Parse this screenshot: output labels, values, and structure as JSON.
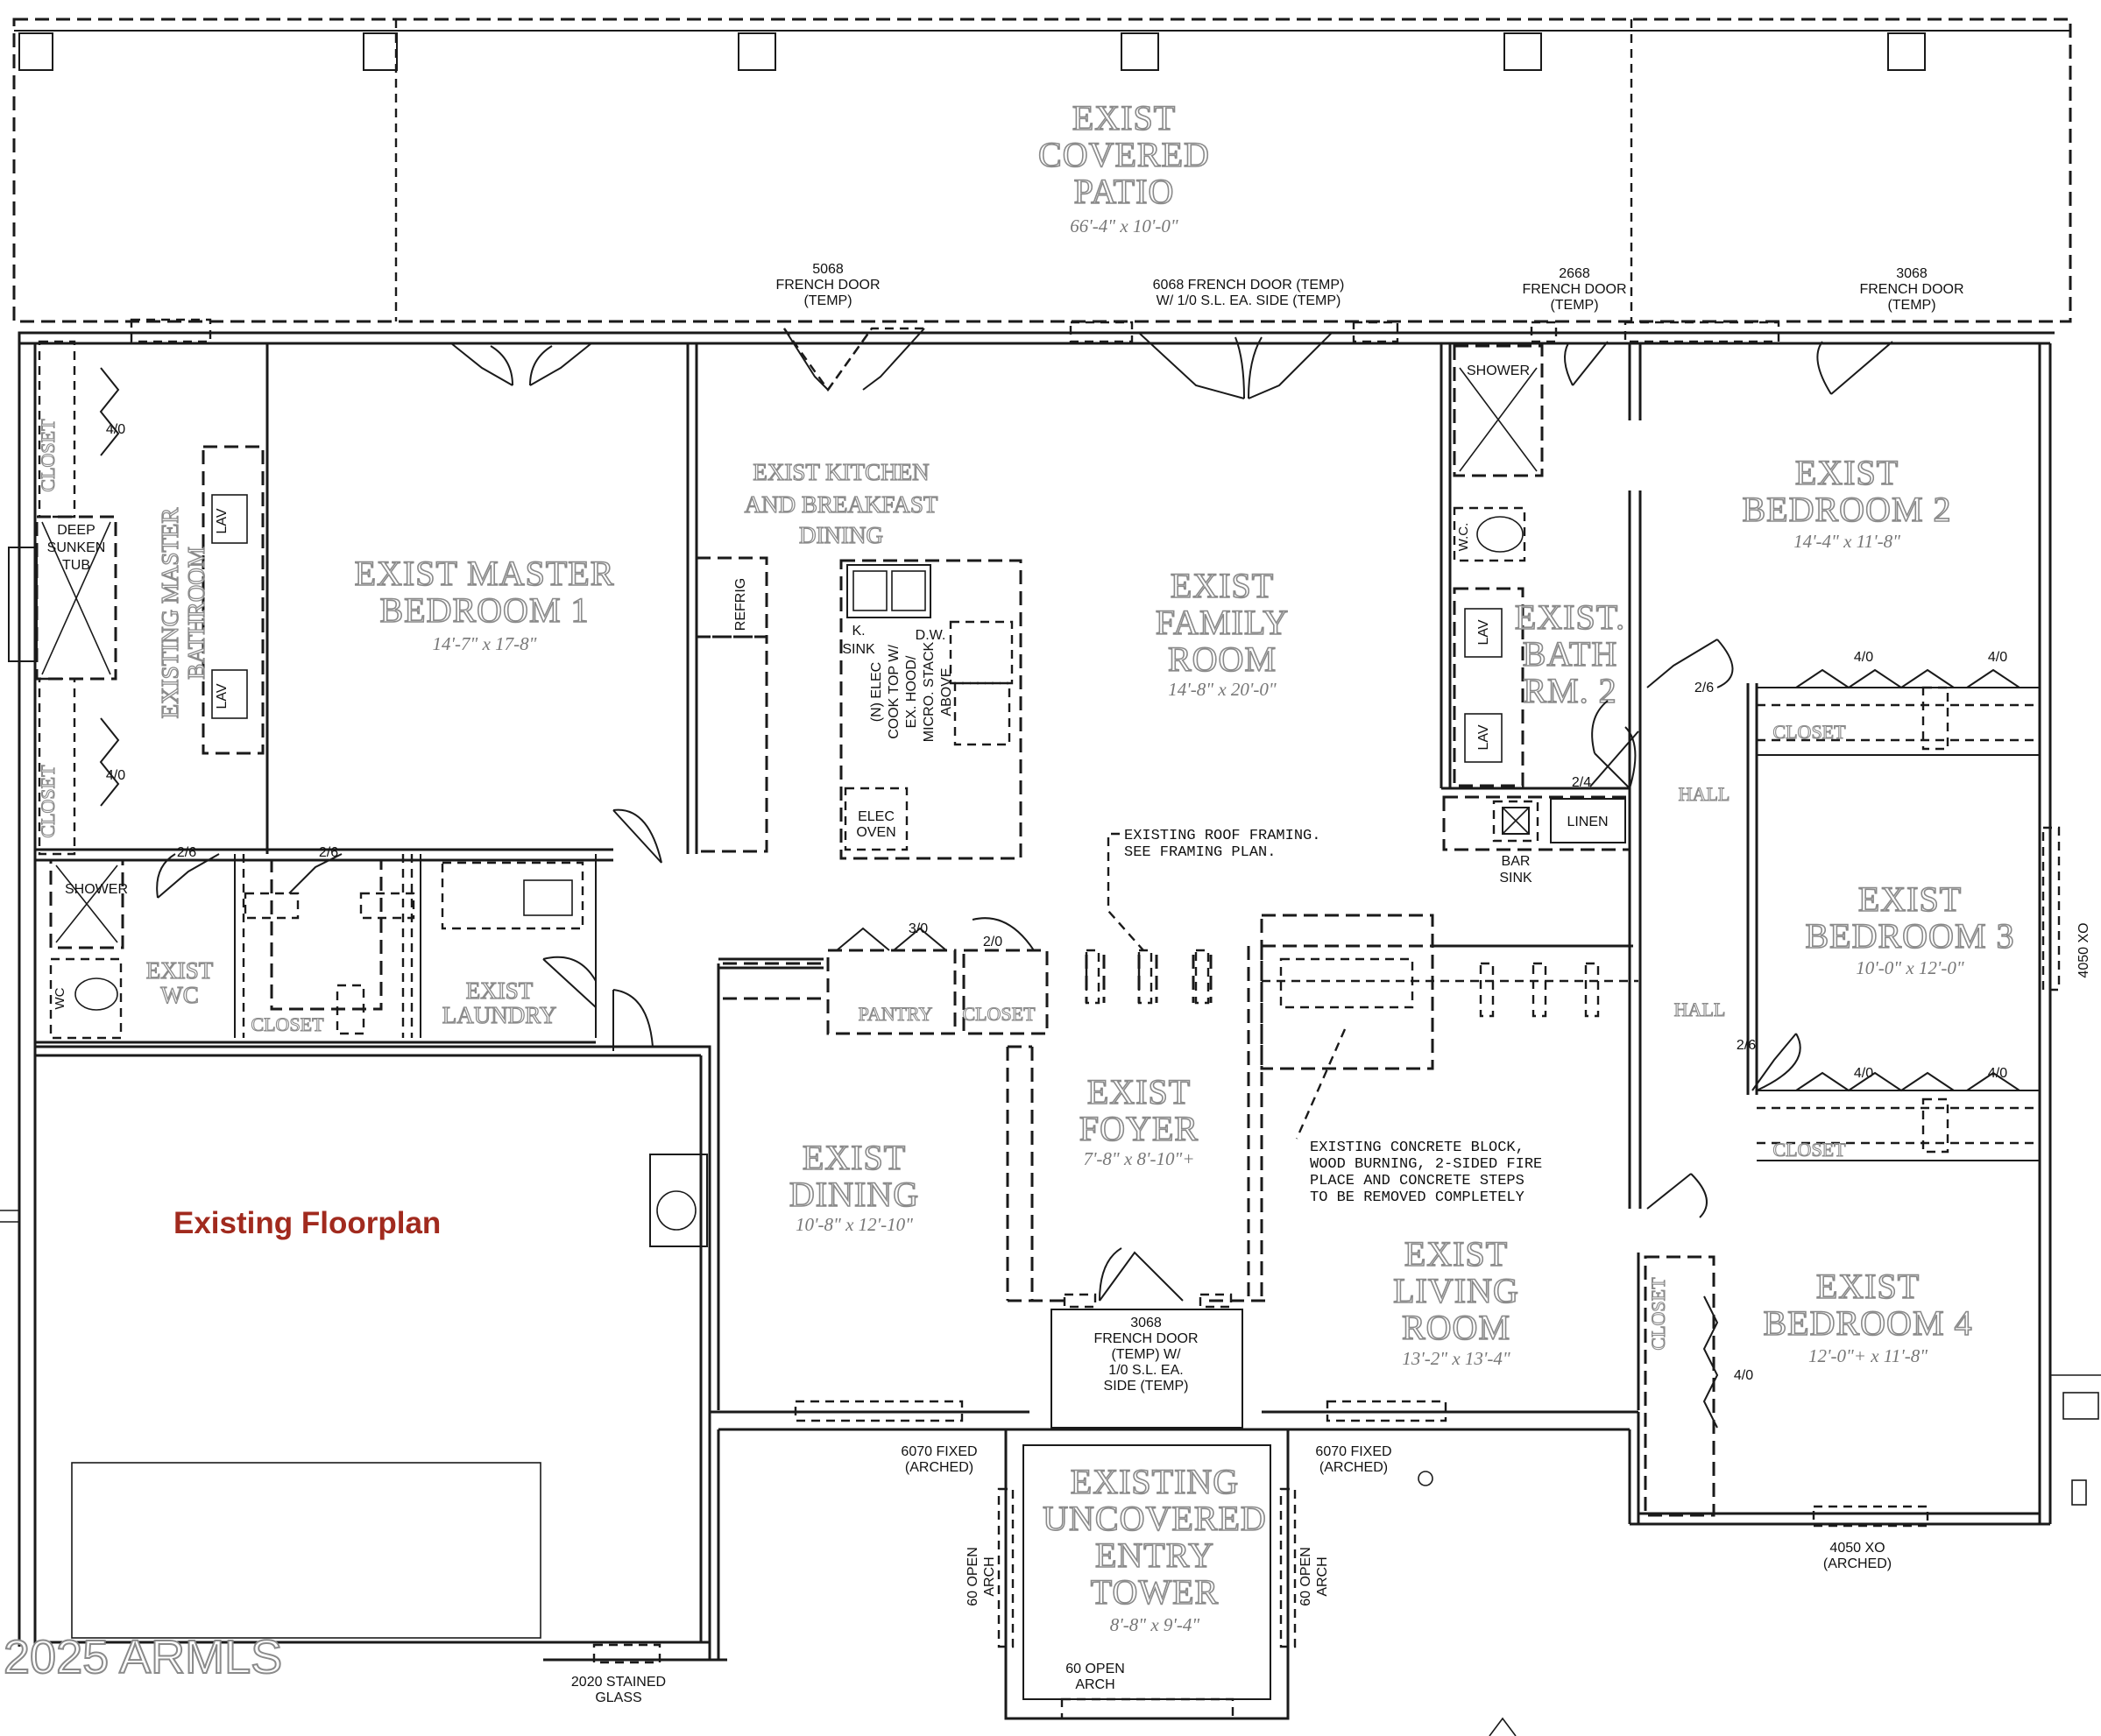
{
  "plan_title": "Existing Floorplan",
  "plan_title_color": "#a12a1e",
  "watermark": "2025 ARMLS",
  "rooms": {
    "patio": {
      "name_lines": [
        "EXIST",
        "COVERED",
        "PATIO"
      ],
      "dims": "66'-4\" x 10'-0\""
    },
    "master": {
      "name_lines": [
        "EXIST MASTER",
        "BEDROOM 1"
      ],
      "dims": "14'-7\" x 17-8\""
    },
    "master_bath": {
      "name_lines": [
        "EXISTING MASTER",
        "BATHROOM"
      ]
    },
    "kitchen": {
      "name_lines": [
        "EXIST KITCHEN",
        "AND BREAKFAST",
        "DINING"
      ]
    },
    "family": {
      "name_lines": [
        "EXIST",
        "FAMILY",
        "ROOM"
      ],
      "dims": "14'-8\" x 20'-0\""
    },
    "bath2": {
      "name_lines": [
        "EXIST.",
        "BATH",
        "RM. 2"
      ]
    },
    "bedroom2": {
      "name_lines": [
        "EXIST",
        "BEDROOM 2"
      ],
      "dims": "14'-4\" x 11'-8\""
    },
    "bedroom3": {
      "name_lines": [
        "EXIST",
        "BEDROOM 3"
      ],
      "dims": "10'-0\" x 12'-0\""
    },
    "bedroom4": {
      "name_lines": [
        "EXIST",
        "BEDROOM 4"
      ],
      "dims": "12'-0\"+ x 11'-8\""
    },
    "wc": {
      "name_lines": [
        "EXIST",
        "WC"
      ]
    },
    "laundry": {
      "name_lines": [
        "EXIST",
        "LAUNDRY"
      ]
    },
    "foyer": {
      "name_lines": [
        "EXIST",
        "FOYER"
      ],
      "dims": "7'-8\" x 8'-10\"+"
    },
    "dining": {
      "name_lines": [
        "EXIST",
        "DINING"
      ],
      "dims": "10'-8\" x 12'-10\""
    },
    "living": {
      "name_lines": [
        "EXIST",
        "LIVING",
        "ROOM"
      ],
      "dims": "13'-2\" x 13'-4\""
    },
    "entry": {
      "name_lines": [
        "EXISTING",
        "UNCOVERED",
        "ENTRY",
        "TOWER"
      ],
      "dims": "8'-8\" x 9'-4\""
    }
  },
  "closets": [
    "CLOSET",
    "CLOSET",
    "CLOSET",
    "CLOSET",
    "CLOSET",
    "CLOSET"
  ],
  "hall": [
    "HALL",
    "HALL"
  ],
  "pantry": "PANTRY",
  "closet_small": "CLOSET",
  "doors": {
    "d5068": [
      "5068",
      "FRENCH DOOR",
      "(TEMP)"
    ],
    "d6068": [
      "6068 FRENCH DOOR (TEMP)",
      "W/ 1/0 S.L. EA. SIDE (TEMP)"
    ],
    "d2668": [
      "2668",
      "FRENCH DOOR",
      "(TEMP)"
    ],
    "d3068top": [
      "3068",
      "FRENCH DOOR",
      "(TEMP)"
    ],
    "d3068front": [
      "3068",
      "FRENCH DOOR",
      "(TEMP) W/",
      "1/0 S.L. EA.",
      "SIDE (TEMP)"
    ]
  },
  "windows": {
    "fixed_left": [
      "6070 FIXED",
      "(ARCHED)"
    ],
    "fixed_right": [
      "6070 FIXED",
      "(ARCHED)"
    ],
    "xo_bottom": [
      "4050 XO",
      "(ARCHED)"
    ],
    "xo_right": "4050 XO",
    "stained": [
      "2020 STAINED",
      "GLASS"
    ],
    "arch_left": [
      "60 OPEN",
      "ARCH"
    ],
    "arch_right": [
      "60 OPEN",
      "ARCH"
    ],
    "arch_bottom": [
      "60 OPEN",
      "ARCH"
    ]
  },
  "sizes": {
    "s40": "4/0",
    "s26": "2/6",
    "s30": "3/0",
    "s20": "2/0",
    "s24": "2/4"
  },
  "fixtures": {
    "tub": [
      "DEEP",
      "SUNKEN",
      "TUB"
    ],
    "shower": "SHOWER",
    "lav": "LAV",
    "wc": "WC",
    "wc2": "W.C.",
    "refrig": "REFRIG",
    "ksink": [
      "K.",
      "SINK"
    ],
    "dw": "D.W.",
    "cooktop": [
      "(N) ELEC",
      "COOK TOP W/",
      "EX. HOOD/",
      "MICRO. STACK",
      "ABOVE"
    ],
    "oven": [
      "ELEC",
      "OVEN"
    ],
    "barsink": [
      "BAR",
      "SINK"
    ],
    "linen": "LINEN"
  },
  "notes": {
    "roof": [
      "EXISTING ROOF FRAMING.",
      "SEE FRAMING PLAN."
    ],
    "fireplace": [
      "EXISTING CONCRETE BLOCK,",
      "WOOD BURNING, 2-SIDED FIRE",
      "PLACE AND CONCRETE STEPS",
      "TO BE REMOVED COMPLETELY"
    ]
  }
}
